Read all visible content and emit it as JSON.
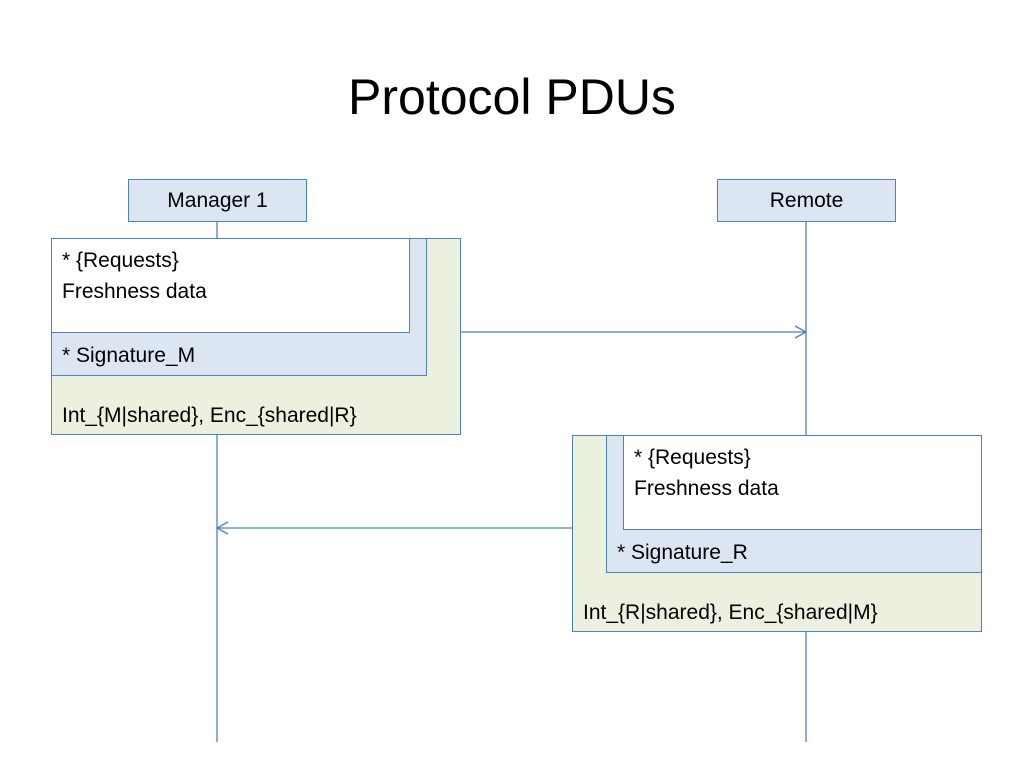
{
  "slide": {
    "title": "Protocol PDUs"
  },
  "actors": {
    "left": "Manager 1",
    "right": "Remote"
  },
  "colors": {
    "line": "#4f81bd",
    "outer_fill": "#ebf1de",
    "mid_fill": "#dce6f2",
    "inner_fill": "#ffffff"
  },
  "pdu_request": {
    "payload_line1": "* {Requests}",
    "payload_line2": "Freshness data",
    "signature": "* Signature_M",
    "protection": "Int_{M|shared}, Enc_{shared|R}"
  },
  "pdu_response": {
    "payload_line1": "* {Requests}",
    "payload_line2": "Freshness data",
    "signature": "* Signature_R",
    "protection": "Int_{R|shared}, Enc_{shared|M}"
  }
}
